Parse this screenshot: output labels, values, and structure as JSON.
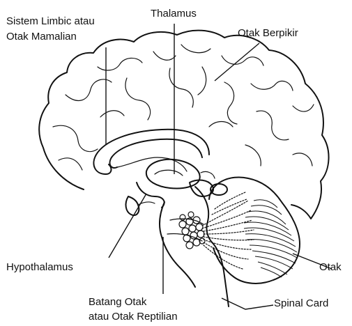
{
  "labels": {
    "limbic_line1": "Sistem Limbic atau",
    "limbic_line2": "Otak Mamalian",
    "thalamus": "Thalamus",
    "cortex": "Otak Berpikir",
    "hypothalamus": "Hypothalamus",
    "cerebellum": "Otak",
    "brainstem_line1": "Batang Otak",
    "brainstem_line2": "atau Otak Reptilian",
    "spinal": "Spinal Card"
  },
  "colors": {
    "ink": "#111111",
    "background": "#ffffff"
  }
}
